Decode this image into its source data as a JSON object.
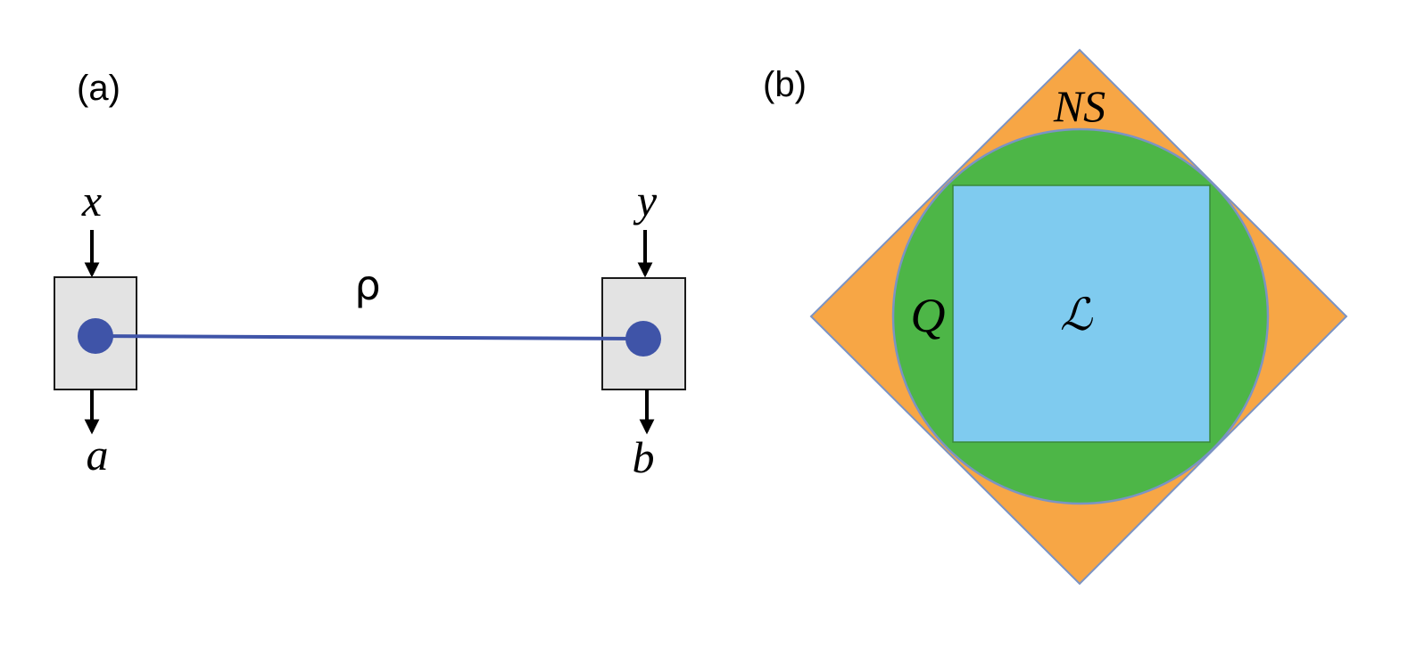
{
  "panel_a": {
    "label": "(a)",
    "left_party": {
      "input": "x",
      "output": "a"
    },
    "right_party": {
      "input": "y",
      "output": "b"
    },
    "state": "ρ"
  },
  "panel_b": {
    "label": "(b)",
    "outer_set": "NS",
    "middle_set": "Q",
    "inner_set": "ℒ"
  },
  "colors": {
    "box_fill": "#e3e3e3",
    "box_stroke": "#1a1a1a",
    "source_node": "#3f54a8",
    "entanglement_line": "#3f54a8",
    "ns_polytope": "#f7a645",
    "quantum_set": "#4db647",
    "local_polytope": "#7fcbef",
    "set_border": "#7b93c4"
  }
}
